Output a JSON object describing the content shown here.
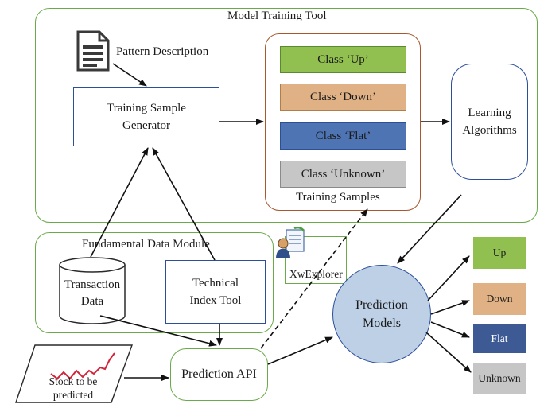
{
  "model_training_tool": {
    "title": "Model Training Tool"
  },
  "pattern_description": {
    "label": "Pattern Description"
  },
  "training_sample_generator": {
    "label": "Training Sample Generator"
  },
  "training_samples": {
    "label": "Training Samples",
    "classes": [
      {
        "label": "Class ‘Up’",
        "color": "#92c050"
      },
      {
        "label": "Class ‘Down’",
        "color": "#dfb184"
      },
      {
        "label": "Class ‘Flat’",
        "color": "#4f74b3"
      },
      {
        "label": "Class ‘Unknown’",
        "color": "#c6c6c6"
      }
    ]
  },
  "learning_algorithms": {
    "label": "Learning Algorithms"
  },
  "fundamental_data_module": {
    "title": "Fundamental Data Module",
    "transaction_data": "Transaction Data",
    "technical_index_tool": "Technical Index Tool"
  },
  "xwexplorer": {
    "label": "XwExplorer"
  },
  "stock": {
    "label": "Stock to be predicted"
  },
  "prediction_api": {
    "label": "Prediction API"
  },
  "prediction_models": {
    "label": "Prediction Models",
    "color": "#bdd0e6"
  },
  "outputs": [
    {
      "label": "Up",
      "color": "#92c050"
    },
    {
      "label": "Down",
      "color": "#dfb184"
    },
    {
      "label": "Flat",
      "color": "#3d5a94"
    },
    {
      "label": "Unknown",
      "color": "#c6c6c6"
    }
  ],
  "colors": {
    "green_border": "#6aaa4a",
    "blue_border": "#2d4f9a",
    "brown_border": "#a9582e"
  }
}
